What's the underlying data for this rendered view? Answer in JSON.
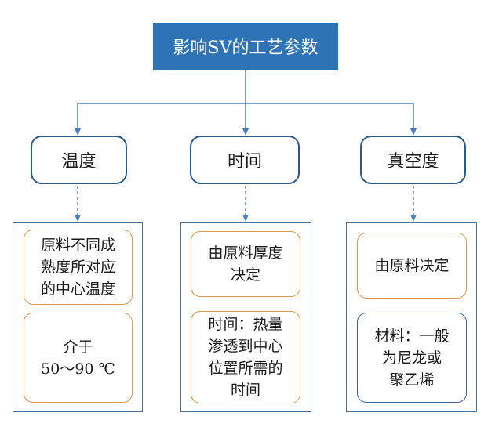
{
  "title": "影响SV的工艺参数",
  "colors": {
    "title_fill": "#2e73b6",
    "category_border": "#2b5a8a",
    "frame_border": "#4a6e99",
    "detail_border": "#e39a4b",
    "detail_border_alt": "#3b63a8",
    "connector": "#4a7fbf"
  },
  "columns": [
    {
      "label": "温度",
      "details": [
        {
          "lines": [
            "原料不同成",
            "熟度所对应",
            "的中心温度"
          ]
        },
        {
          "lines": [
            "介于",
            "50～90 ℃"
          ]
        }
      ]
    },
    {
      "label": "时间",
      "details": [
        {
          "lines": [
            "由原料厚度",
            "决定"
          ]
        },
        {
          "lines": [
            "时间：热量",
            "渗透到中心",
            "位置所需的",
            "时间"
          ]
        }
      ]
    },
    {
      "label": "真空度",
      "details": [
        {
          "lines": [
            "由原料决定"
          ]
        },
        {
          "lines": [
            "材料：一般",
            "为尼龙或",
            "聚乙烯"
          ]
        }
      ]
    }
  ]
}
